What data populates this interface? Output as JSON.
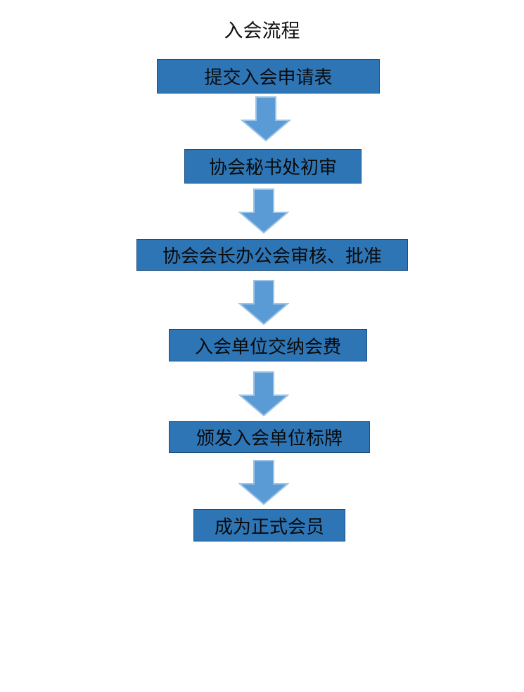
{
  "title": "入会流程",
  "steps": [
    {
      "label": "提交入会申请表"
    },
    {
      "label": "协会秘书处初审"
    },
    {
      "label": "协会会长办公会审核、批准"
    },
    {
      "label": "入会单位交纳会费"
    },
    {
      "label": "颁发入会单位标牌"
    },
    {
      "label": "成为正式会员"
    }
  ],
  "colors": {
    "box_fill": "#2e75b6",
    "box_border": "#1d4f80",
    "arrow_fill": "#5b9bd5",
    "arrow_border": "#9dc3e6"
  }
}
